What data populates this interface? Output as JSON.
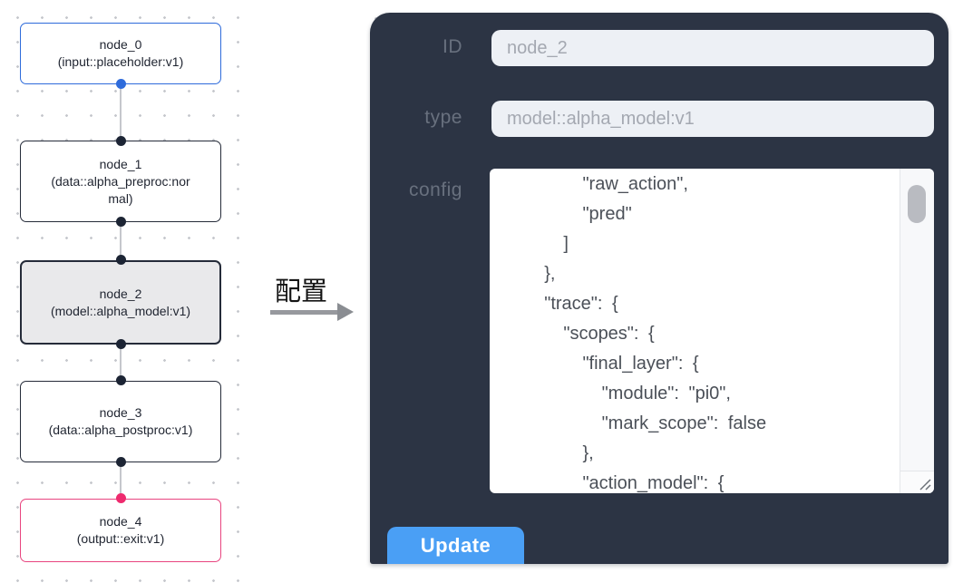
{
  "flow": {
    "nodes": [
      {
        "title": "node_0",
        "subtitle": "(input::placeholder:v1)"
      },
      {
        "title": "node_1",
        "subtitle": "(data::alpha_preproc:normal)"
      },
      {
        "title": "node_2",
        "subtitle": "(model::alpha_model:v1)"
      },
      {
        "title": "node_3",
        "subtitle": "(data::alpha_postproc:v1)"
      },
      {
        "title": "node_4",
        "subtitle": "(output::exit:v1)"
      }
    ]
  },
  "transfer": {
    "label": "配置"
  },
  "panel": {
    "id_label": "ID",
    "id_value": "node_2",
    "type_label": "type",
    "type_value": "model::alpha_model:v1",
    "config_label": "config",
    "config_text": "        \"raw_action\",\n        \"pred\"\n      ]\n    },\n    \"trace\": {\n      \"scopes\": {\n        \"final_layer\": {\n          \"module\": \"pi0\",\n          \"mark_scope\": false\n        },\n        \"action_model\": {",
    "update_label": "Update"
  },
  "colors": {
    "input_node_accent": "#2e6bdb",
    "output_node_accent": "#ee2a6e",
    "selected_node_fill": "#e9e9eb",
    "panel_background": "#2c3444",
    "update_button": "#4a9ff5"
  }
}
